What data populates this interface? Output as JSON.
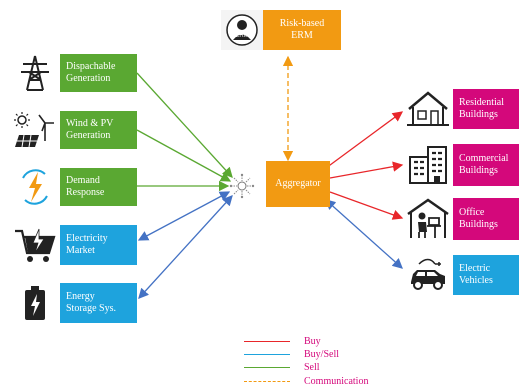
{
  "nodes": {
    "risk": "Risk-based\nERM",
    "risk_icon_text": "ERM",
    "dispatchable": "Dispachable\nGeneration",
    "windpv": "Wind & PV\nGeneration",
    "demand": "Demand\nResponse",
    "market": "Electricity\nMarket",
    "storage": "Energy\nStorage Sys.",
    "aggregator": "Aggregator",
    "residential": "Residential\nBuildings",
    "commercial": "Commercial\nBuildings",
    "office": "Office\nBuildings",
    "ev": "Electric\nVehicles"
  },
  "legend": [
    {
      "label": "Buy",
      "color": "#e8262a",
      "text_color": "#d4087b",
      "style": "solid"
    },
    {
      "label": "Buy/Sell",
      "color": "#1ea3dd",
      "text_color": "#d4087b",
      "style": "solid"
    },
    {
      "label": "Sell",
      "color": "#5aa832",
      "text_color": "#d4087b",
      "style": "solid"
    },
    {
      "label": "Communication",
      "color": "#f29a12",
      "text_color": "#d4087b",
      "style": "dashed"
    }
  ],
  "colors": {
    "green": "#5aa832",
    "blue": "#1ea3dd",
    "red": "#e8262a",
    "orange": "#f29a12",
    "magenta": "#d4087b",
    "arrow_blue": "#4472c4"
  },
  "icons": {
    "risk": "shield-erm-icon",
    "dispatchable": "transmission-tower-icon",
    "windpv": "wind-solar-icon",
    "demand": "lightning-cycle-icon",
    "market": "cart-bolt-icon",
    "storage": "battery-icon",
    "hub": "network-hub-icon",
    "residential": "house-icon",
    "commercial": "office-buildings-icon",
    "office": "office-worker-icon",
    "ev": "electric-car-icon"
  }
}
